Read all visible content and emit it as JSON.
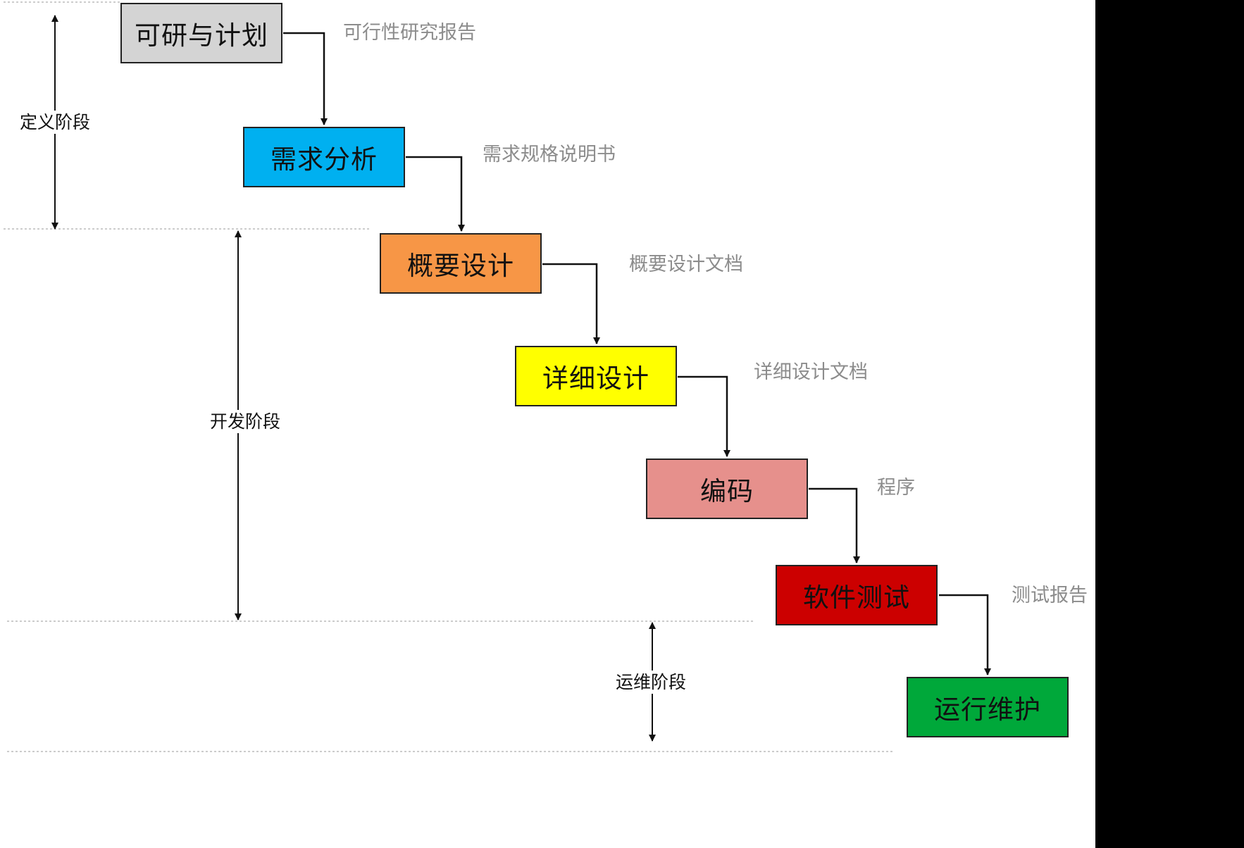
{
  "diagram": {
    "phases": [
      {
        "id": "feasibility",
        "label": "可研与计划",
        "color": "#d4d4d4"
      },
      {
        "id": "requirements",
        "label": "需求分析",
        "color": "#00b0f0"
      },
      {
        "id": "outline-design",
        "label": "概要设计",
        "color": "#f79646"
      },
      {
        "id": "detailed-design",
        "label": "详细设计",
        "color": "#ffff00"
      },
      {
        "id": "coding",
        "label": "编码",
        "color": "#e6908c"
      },
      {
        "id": "testing",
        "label": "软件测试",
        "color": "#cc0000"
      },
      {
        "id": "operation",
        "label": "运行维护",
        "color": "#00a83a"
      }
    ],
    "deliverables": [
      "可行性研究报告",
      "需求规格说明书",
      "概要设计文档",
      "详细设计文档",
      "程序",
      "测试报告"
    ],
    "stages": [
      {
        "label": "定义阶段"
      },
      {
        "label": "开发阶段"
      },
      {
        "label": "运维阶段"
      }
    ]
  }
}
